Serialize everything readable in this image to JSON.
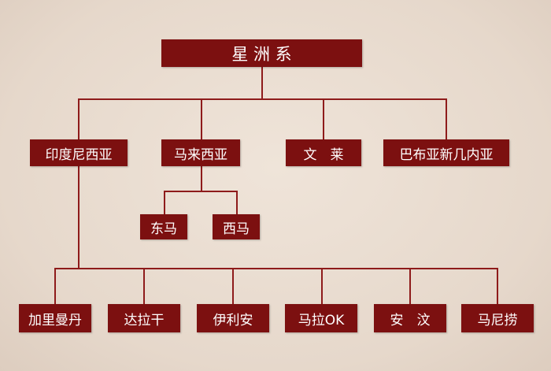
{
  "diagram": {
    "root": "星 洲 系",
    "level1": [
      "印度尼西亚",
      "马来西亚",
      "文　莱",
      "巴布亚新几内亚"
    ],
    "malaysia_children": [
      "东马",
      "西马"
    ],
    "indonesia_children": [
      "加里曼丹",
      "达拉干",
      "伊利安",
      "马拉OK",
      "安　汶",
      "马尼捞"
    ]
  },
  "colors": {
    "box_fill": "#7c1010",
    "line": "#8e1b1b",
    "background": "#e9ddd1"
  }
}
